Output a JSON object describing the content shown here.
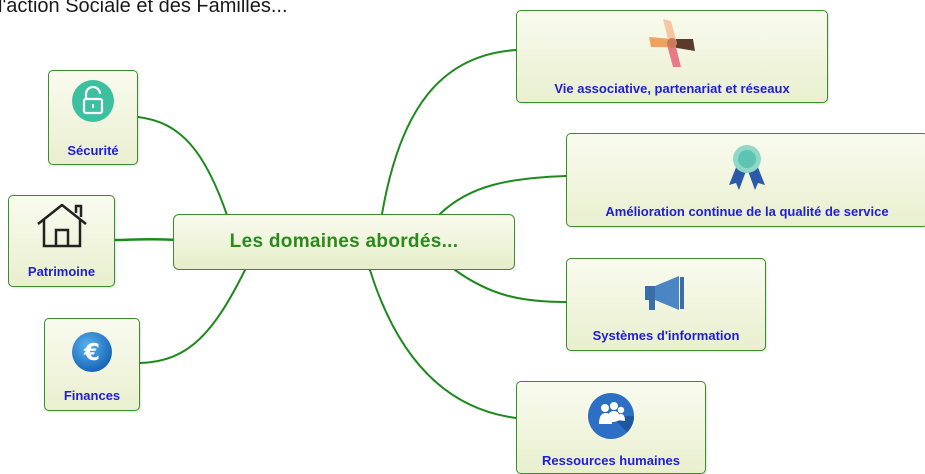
{
  "header": {
    "text": "l'action Sociale et des Familles..."
  },
  "central_topic": {
    "label": "Les domaines abordés..."
  },
  "branches": {
    "securite": {
      "label": "Sécurité",
      "icon": "padlock-icon"
    },
    "patrimoine": {
      "label": "Patrimoine",
      "icon": "house-icon"
    },
    "finances": {
      "label": "Finances",
      "icon": "euro-icon"
    },
    "vie_associative": {
      "label": "Vie associative, partenariat et réseaux",
      "icon": "joined-hands-icon"
    },
    "amelioration": {
      "label": "Amélioration continue de la qualité de service",
      "icon": "award-ribbon-icon"
    },
    "systemes": {
      "label": "Systèmes d'information",
      "icon": "megaphone-icon"
    },
    "ressources": {
      "label": "Ressources humaines",
      "icon": "people-icon"
    }
  },
  "colors": {
    "link": "#1e8a1e",
    "label_blue": "#1e1ed6",
    "central_text": "#2b8a1c",
    "border": "#3c8c2c"
  }
}
